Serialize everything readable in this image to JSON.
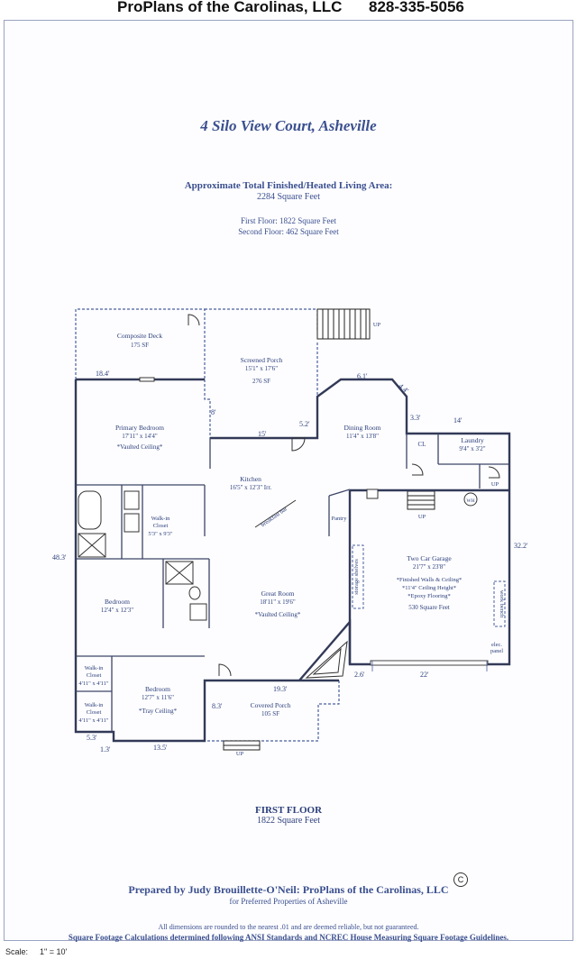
{
  "header": {
    "firm": "ProPlans of the Carolinas, LLC",
    "phone": "828-335-5056"
  },
  "property": {
    "address": "4 Silo View Court, Asheville",
    "area_label": "Approximate Total Finished/Heated Living Area:",
    "area_total": "2284 Square Feet",
    "first_floor": "First Floor: 1822 Square Feet",
    "second_floor": "Second Floor: 462 Square Feet"
  },
  "rooms": {
    "deck": {
      "name": "Composite Deck",
      "size": "175 SF"
    },
    "porch": {
      "name": "Screened Porch",
      "dims": "15'1\" x 17'6\"",
      "sf": "276 SF"
    },
    "primary": {
      "name": "Primary Bedroom",
      "dims": "17'11\" x 14'4\"",
      "note": "*Vaulted Ceiling*"
    },
    "kitchen": {
      "name": "Kitchen",
      "dims": "16'5\" x 12'3\" Irr."
    },
    "dining": {
      "name": "Dining Room",
      "dims": "11'4\" x 13'8\""
    },
    "laundry": {
      "name": "Laundry",
      "dims": "9'4\" x 3'2\""
    },
    "closet_cl": "CL",
    "walkin_primary": {
      "name": "Walk-in",
      "name2": "Closet",
      "dims": "5'3\" x 9'3\""
    },
    "pantry": "Pantry",
    "breakfast_bar": "breakfast bar",
    "garage": {
      "name": "Two Car Garage",
      "dims": "21'7\" x 23'8\"",
      "note1": "*Finished Walls & Ceiling*",
      "note2": "*11'4\" Ceiling Height*",
      "note3": "*Epoxy Flooring*",
      "sf": "530 Square Feet"
    },
    "storage_shelves": "storage shelves",
    "work_bench": "work bench",
    "elec_panel": {
      "l1": "elec.",
      "l2": "panel"
    },
    "wh": "WH",
    "bedroom2": {
      "name": "Bedroom",
      "dims": "12'4\" x 12'3\""
    },
    "great_room": {
      "name": "Great Room",
      "dims": "18'11\" x 19'6\"",
      "note": "*Vaulted Ceiling*"
    },
    "walkin_a": {
      "name": "Walk-in",
      "name2": "Closet",
      "dims": "4'11\" x 4'11\""
    },
    "walkin_b": {
      "name": "Walk-in",
      "name2": "Closet",
      "dims": "4'11\" x 4'11\""
    },
    "bedroom3": {
      "name": "Bedroom",
      "dims": "12'7\" x 11'6\"",
      "note": "*Tray Ceiling*"
    },
    "covered_porch": {
      "name": "Covered Porch",
      "sf": "105 SF"
    }
  },
  "labels": {
    "up": "UP"
  },
  "dimensions": {
    "d18_4": "18.4'",
    "d8": "8'",
    "d15": "15'",
    "d5_2": "5.2'",
    "d6_1": "6.1'",
    "d4_4": "4.4'",
    "d3_3": "3.3'",
    "d14": "14'",
    "d48_3": "48.3'",
    "d32_2": "32.2'",
    "d2_6": "2.6'",
    "d22": "22'",
    "d19_3": "19.3'",
    "d8_3": "8.3'",
    "d5_3": "5.3'",
    "d1_3": "1.3'",
    "d13_5": "13.5'"
  },
  "floor": {
    "title": "FIRST FLOOR",
    "sf": "1822 Square Feet"
  },
  "footer": {
    "prepared": "Prepared by Judy Brouillette-O'Neil: ProPlans of the Carolinas, LLC",
    "for": "for Preferred Properties of Asheville",
    "copyright": "C",
    "disclaimer1": "All dimensions are rounded to the nearest .01 and are deemed reliable, but not guaranteed.",
    "disclaimer2": "Square Footage Calculations determined following ANSI Standards and NCREC House Measuring Square Footage Guidelines."
  },
  "scale": {
    "label": "Scale:",
    "value": "1\" = 10'"
  }
}
